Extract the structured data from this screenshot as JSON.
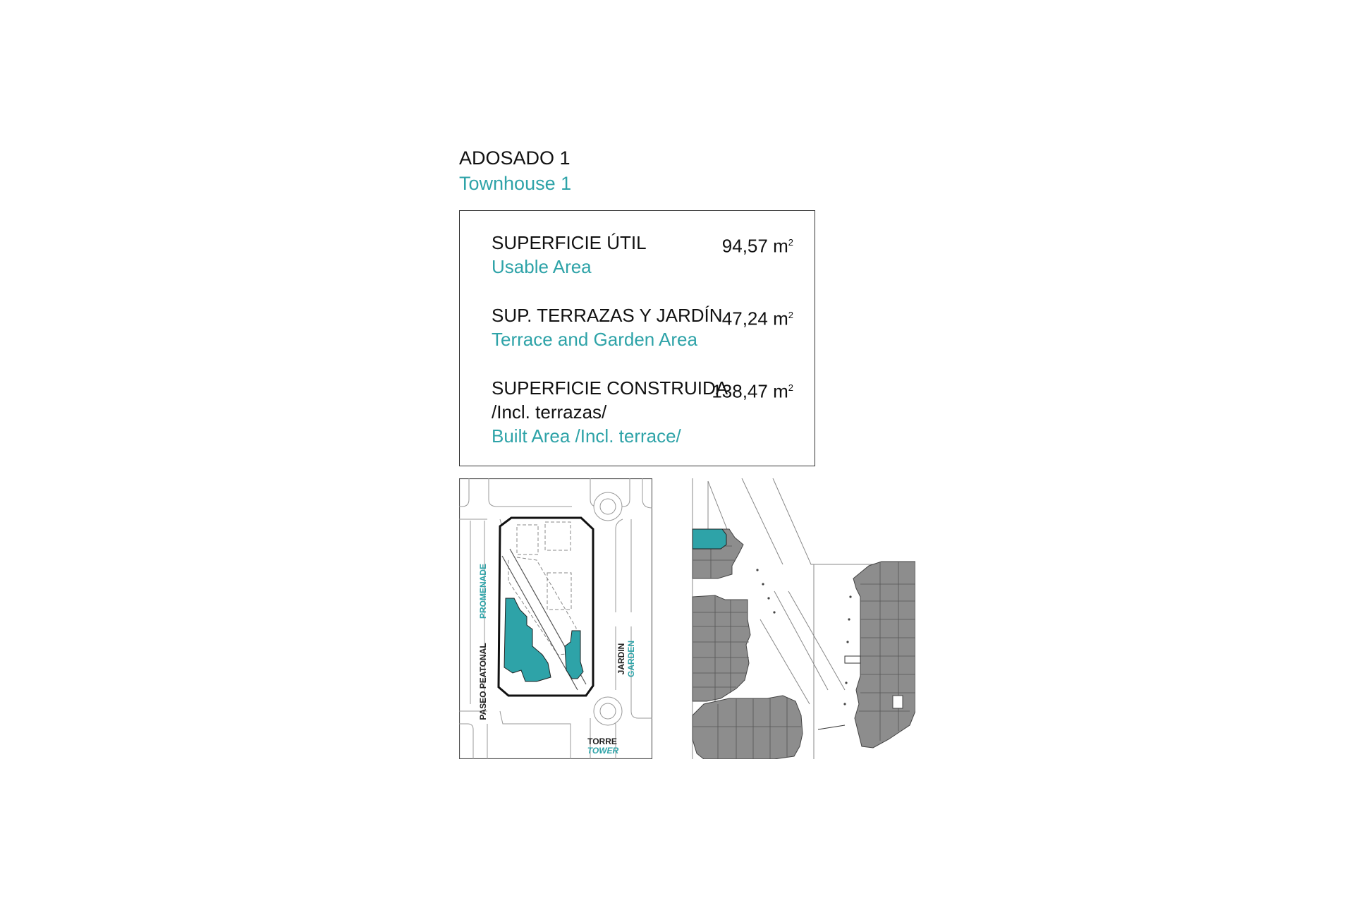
{
  "heading": {
    "es": "ADOSADO 1",
    "en": "Townhouse 1"
  },
  "areas": [
    {
      "es": "SUPERFICIE ÚTIL",
      "en": "Usable Area",
      "value": "94,57",
      "unit": "m",
      "unit_sup": "2"
    },
    {
      "es": "SUP. TERRAZAS Y JARDÍN",
      "en": "Terrace and Garden Area",
      "value": "47,24",
      "unit": "m",
      "unit_sup": "2"
    },
    {
      "es": "SUPERFICIE CONSTRUIDA",
      "es2": "/Incl. terrazas/",
      "en": "Built Area /Incl. terrace/",
      "value": "138,47",
      "unit": "m",
      "unit_sup": "2"
    }
  ],
  "site_plan": {
    "promenade_en": "PROMENADE",
    "paseo_es": "PASEO PEATONAL",
    "jardin_es": "JARDIN",
    "garden_en": "GARDEN",
    "torre_es": "TORRE",
    "tower_en": "TOWER"
  },
  "colors": {
    "accent": "#2ea3a8",
    "plan_grey": "#8d8d8d",
    "text": "#111111"
  }
}
